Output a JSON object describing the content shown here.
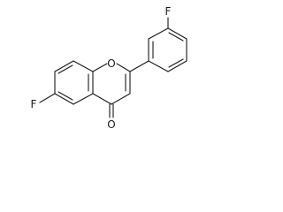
{
  "molecule": {
    "atoms": {
      "ring_oxygen": "O",
      "carbonyl_oxygen": "O",
      "fluorine_left": "F",
      "fluorine_top": "F"
    }
  }
}
